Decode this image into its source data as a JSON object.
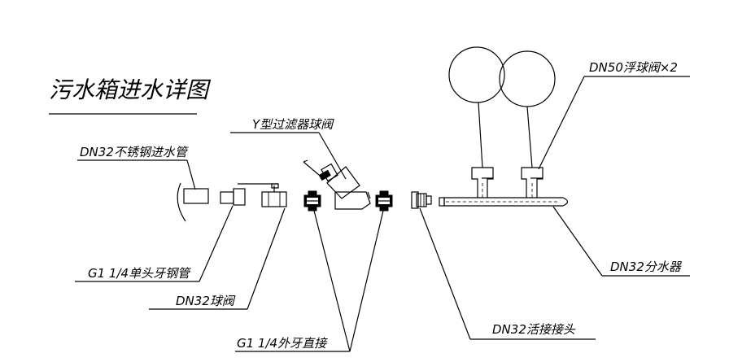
{
  "title": "污水箱进水详图",
  "labels": {
    "inlet_pipe": "DN32不锈钢进水管",
    "y_strainer": "Y型过滤器球阀",
    "float_valve": "DN50浮球阀×2",
    "steel_pipe": "G1 1/4单头牙钢管",
    "ball_valve": "DN32球阀",
    "male_coupling": "G1 1/4外牙直接",
    "union": "DN32活接接头",
    "manifold": "DN32分水器"
  }
}
